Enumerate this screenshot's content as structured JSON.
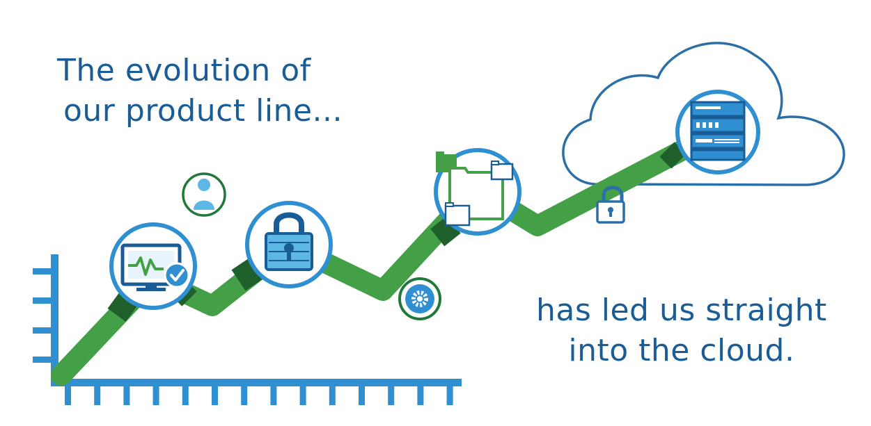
{
  "headline_top": {
    "line1": "The evolution of",
    "line2": "our product line..."
  },
  "headline_bottom": {
    "line1": "has led us straight",
    "line2": "into the cloud."
  },
  "colors": {
    "navy": "#1a5d96",
    "blue": "#2f8fd0",
    "light_blue": "#5db8e8",
    "green": "#43a047",
    "dark_green": "#1f6b2e",
    "cloud_stroke": "#2b6fa8"
  },
  "icons": [
    "monitor-check-icon",
    "user-icon",
    "padlock-icon",
    "gear-icon",
    "folders-icon",
    "small-lock-icon",
    "server-icon",
    "cloud-icon"
  ]
}
